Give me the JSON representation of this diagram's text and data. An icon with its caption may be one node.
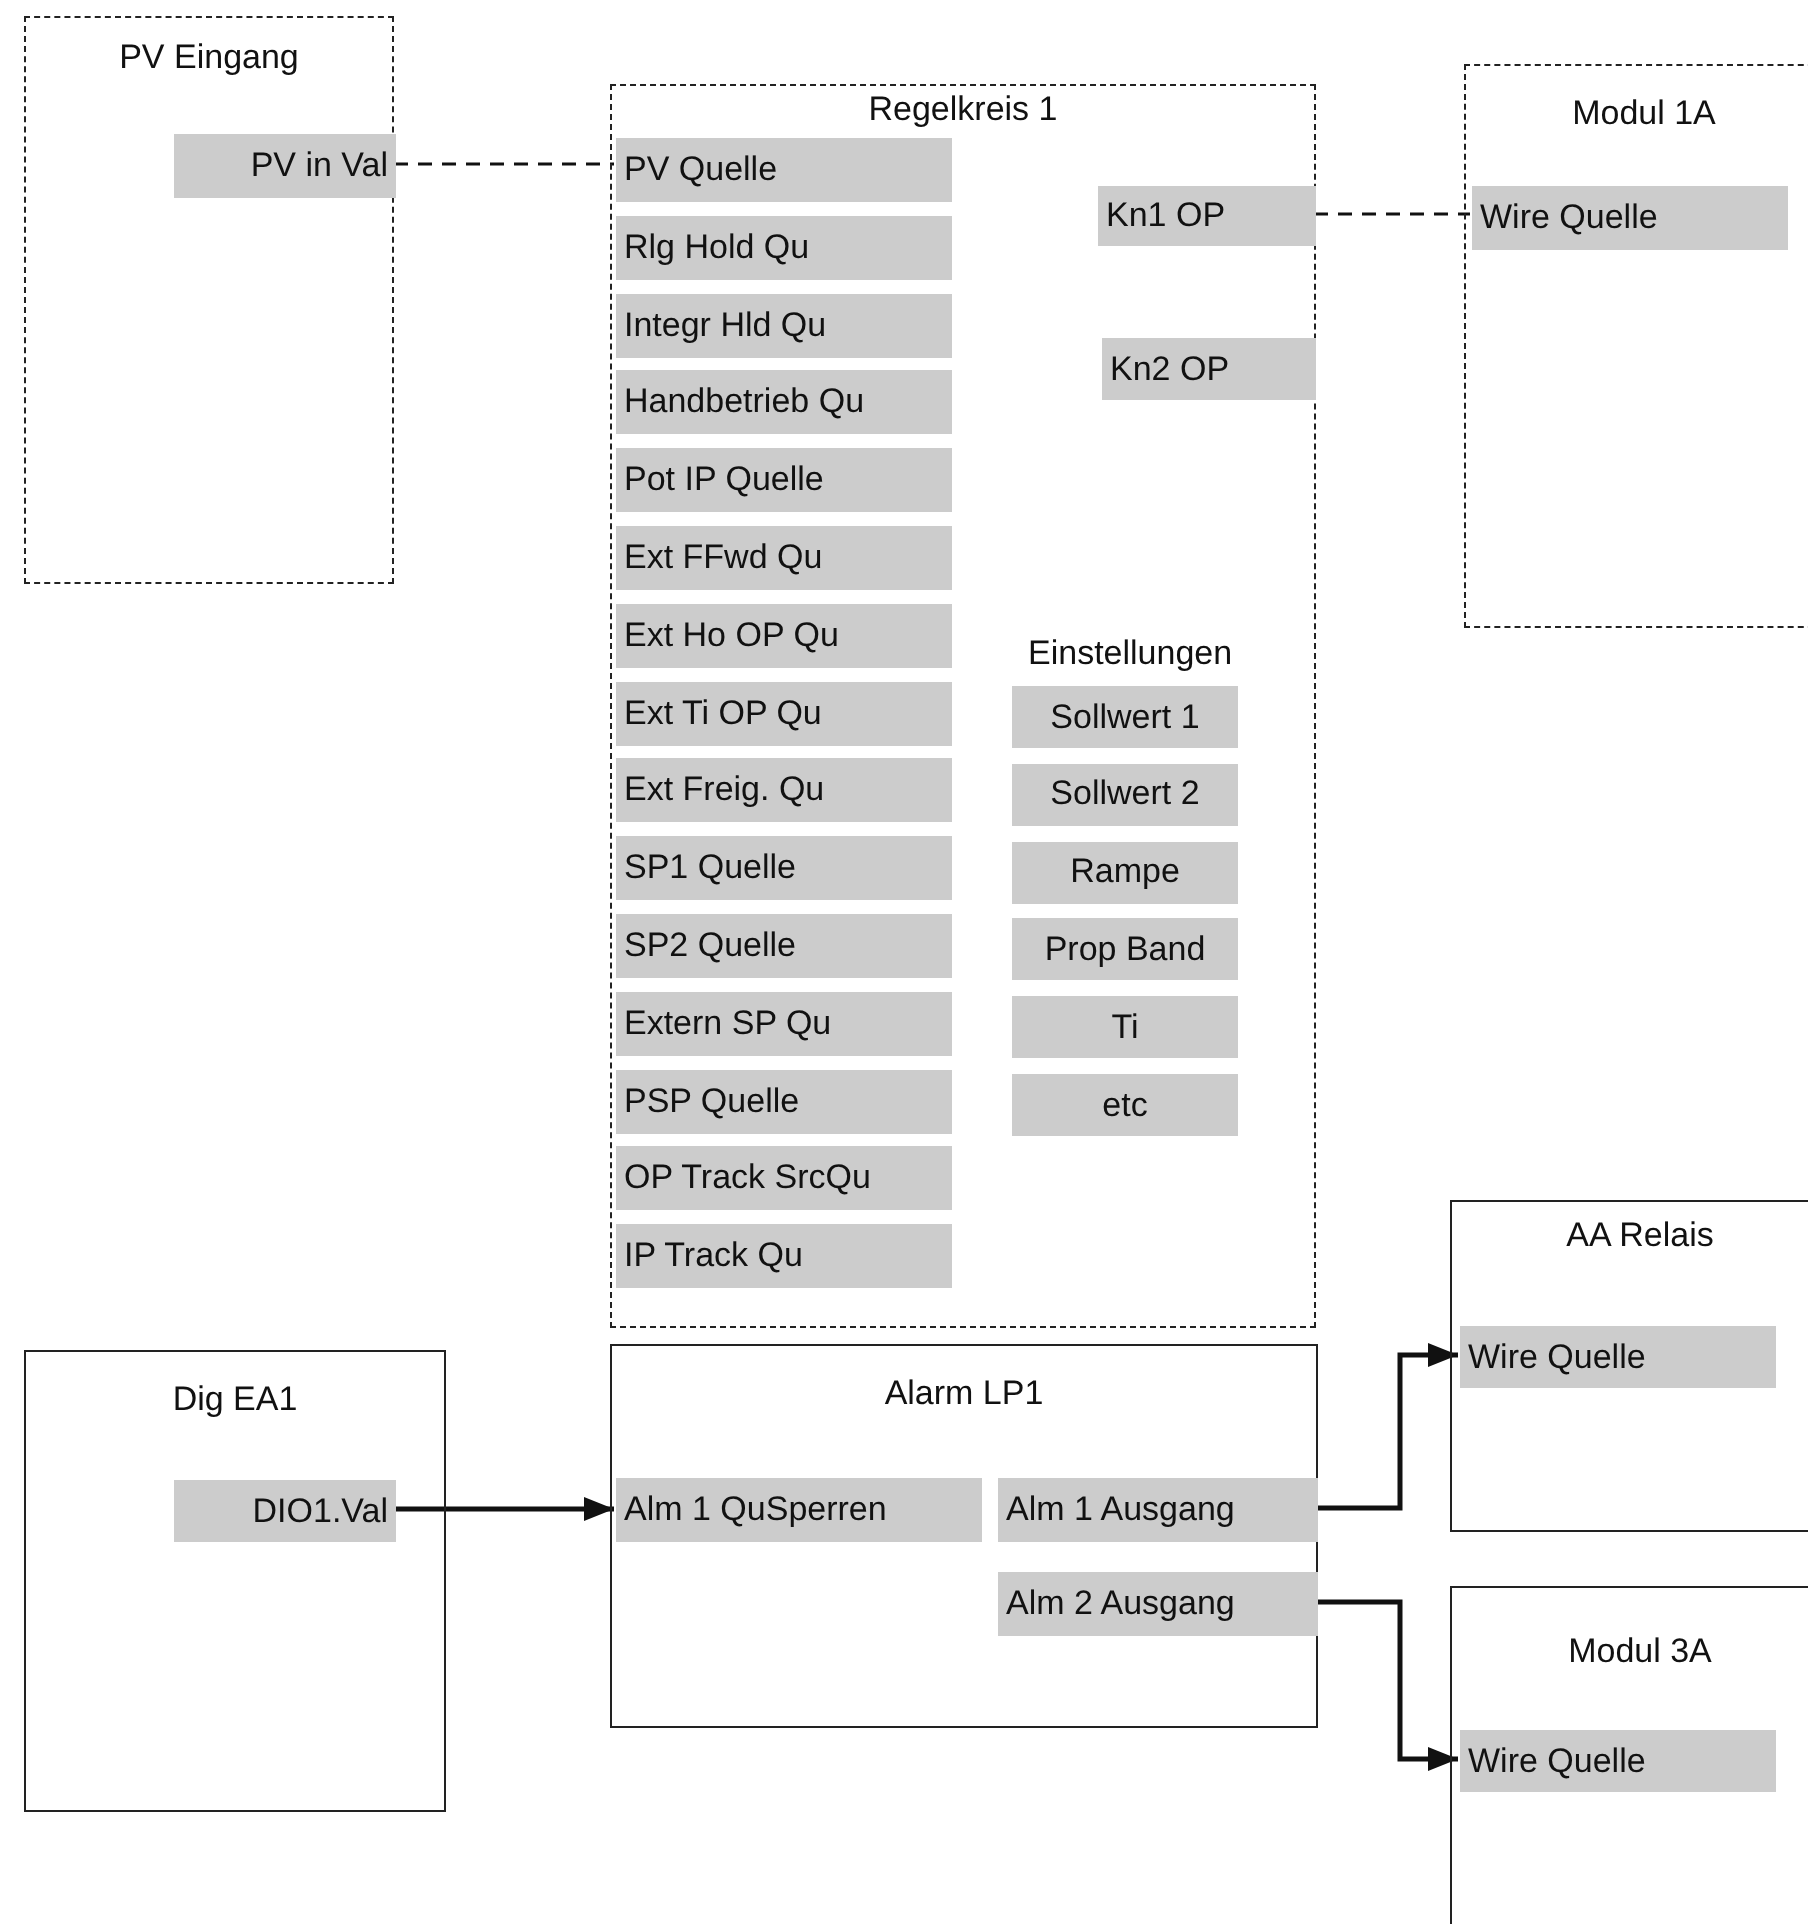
{
  "diagram": {
    "nodes": [
      {
        "text": [
          "PV Eingang"
        ]
      },
      {
        "text": [
          "PV in Val"
        ],
        "in": 0
      },
      {
        "text": [
          "Regelkreis 1"
        ]
      },
      {
        "text": [
          "PV Quelle"
        ],
        "in": 2
      },
      {
        "text": [
          "Rlg Hold Qu"
        ],
        "in": 2
      },
      {
        "text": [
          "Integr Hld Qu"
        ],
        "in": 2
      },
      {
        "text": [
          "Handbetrieb Qu"
        ],
        "in": 2
      },
      {
        "text": [
          "Pot IP Quelle"
        ],
        "in": 2
      },
      {
        "text": [
          "Ext FFwd Qu"
        ],
        "in": 2
      },
      {
        "text": [
          "Ext Ho OP Qu"
        ],
        "in": 2
      },
      {
        "text": [
          "Ext Ti OP Qu"
        ],
        "in": 2
      },
      {
        "text": [
          "Ext Freig. Qu"
        ],
        "in": 2
      },
      {
        "text": [
          "SP1 Quelle"
        ],
        "in": 2
      },
      {
        "text": [
          "SP2 Quelle"
        ],
        "in": 2
      },
      {
        "text": [
          "Extern SP Qu"
        ],
        "in": 2
      },
      {
        "text": [
          "PSP Quelle"
        ],
        "in": 2
      },
      {
        "text": [
          "OP Track SrcQu"
        ],
        "in": 2
      },
      {
        "text": [
          "IP Track Qu"
        ],
        "in": 2
      },
      {
        "text": [
          "Kn1 OP"
        ],
        "in": 2
      },
      {
        "text": [
          "Kn2 OP"
        ],
        "in": 2
      },
      {
        "text": [
          "Sollwert 1"
        ],
        "in": 2
      },
      {
        "text": [
          "Sollwert 2"
        ],
        "in": 2
      },
      {
        "text": [
          "Rampe"
        ],
        "in": 2
      },
      {
        "text": [
          "Prop Band"
        ],
        "in": 2
      },
      {
        "text": [
          "Ti"
        ],
        "in": 2
      },
      {
        "text": [
          "etc"
        ],
        "in": 2
      },
      {
        "text": [
          "Modul 1A"
        ]
      },
      {
        "text": [
          "Wire Quelle"
        ],
        "in": 26
      },
      {
        "text": [
          "Dig EA1"
        ]
      },
      {
        "text": [
          "DIO1.Val"
        ],
        "in": 28
      },
      {
        "text": [
          "Alarm LP1"
        ]
      },
      {
        "text": [
          "Alm 1 QuSperren"
        ],
        "in": 30
      },
      {
        "text": [
          "Alm 1 Ausgang"
        ],
        "in": 30
      },
      {
        "text": [
          "Alm 2 Ausgang"
        ],
        "in": 30
      },
      {
        "text": [
          "AA Relais"
        ]
      },
      {
        "text": [
          "Wire Quelle"
        ],
        "in": 34
      },
      {
        "text": [
          "Modul 3A"
        ]
      },
      {
        "text": [
          "Wire Quelle"
        ],
        "in": 36
      }
    ],
    "edges": [
      {
        "from": 1,
        "to": 3,
        "arrow": "none",
        "style": "dashed"
      },
      {
        "from": 18,
        "to": 27,
        "arrow": "none",
        "style": "dashed"
      },
      {
        "from": 29,
        "to": 31,
        "arrow": "to"
      },
      {
        "from": 32,
        "to": 35,
        "arrow": "to"
      },
      {
        "from": 33,
        "to": 37,
        "arrow": "to"
      }
    ],
    "labels": [
      "Einstellungen"
    ]
  }
}
